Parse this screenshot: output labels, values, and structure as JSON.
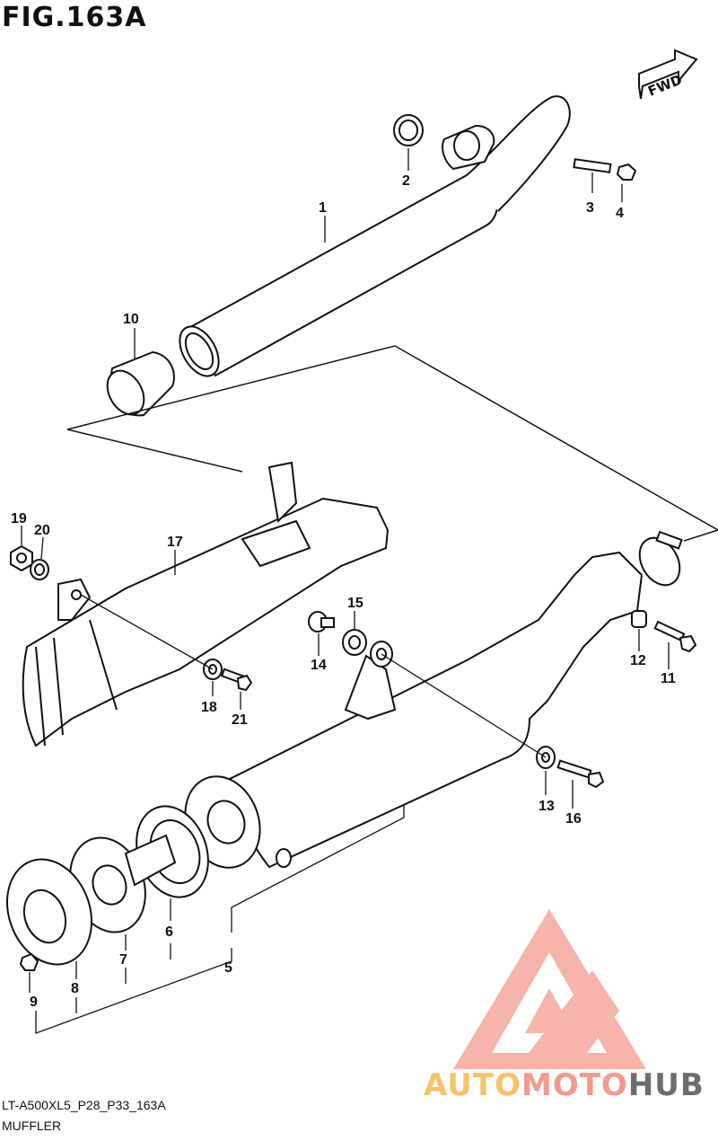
{
  "figure": {
    "title": "FIG.163A",
    "model_code": "LT-A500XL5_P28_P33_163A",
    "caption": "MUFFLER",
    "fwd_label": "FWD"
  },
  "callouts": [
    {
      "id": "1",
      "label": "1"
    },
    {
      "id": "2",
      "label": "2"
    },
    {
      "id": "3",
      "label": "3"
    },
    {
      "id": "4",
      "label": "4"
    },
    {
      "id": "5",
      "label": "5"
    },
    {
      "id": "6",
      "label": "6"
    },
    {
      "id": "7",
      "label": "7"
    },
    {
      "id": "8",
      "label": "8"
    },
    {
      "id": "9",
      "label": "9"
    },
    {
      "id": "10",
      "label": "10"
    },
    {
      "id": "11",
      "label": "11"
    },
    {
      "id": "12",
      "label": "12"
    },
    {
      "id": "13",
      "label": "13"
    },
    {
      "id": "14",
      "label": "14"
    },
    {
      "id": "15",
      "label": "15"
    },
    {
      "id": "16",
      "label": "16"
    },
    {
      "id": "17",
      "label": "17"
    },
    {
      "id": "18",
      "label": "18"
    },
    {
      "id": "19",
      "label": "19"
    },
    {
      "id": "20",
      "label": "20"
    },
    {
      "id": "21",
      "label": "21"
    }
  ],
  "watermark": {
    "part1": "AUTO",
    "part2": "MOTO",
    "part3": "HUB",
    "colors": {
      "auto": "#f6c36a",
      "moto": "#f29a8e",
      "hub": "#6d6d6d",
      "triangle": "#f08a80"
    }
  }
}
